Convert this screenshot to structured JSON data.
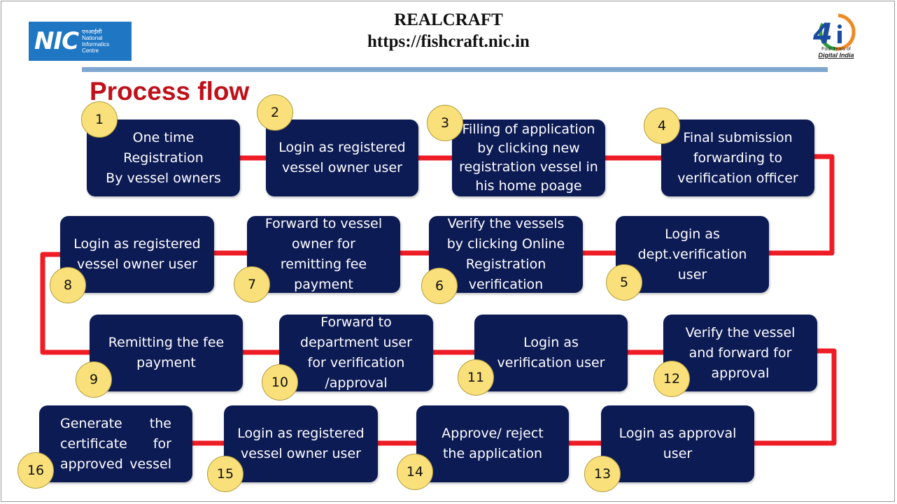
{
  "header": {
    "title": "REALCRAFT",
    "url": "https://fishcraft.nic.in",
    "nic_logo": {
      "big": "NIC",
      "hindi": "एनआईसी",
      "line1": "National",
      "line2": "Informatics",
      "line3": "Centre"
    },
    "digital_india_logo": {
      "mark": "4",
      "line1": "Four Years of",
      "line2": "Digital India"
    }
  },
  "section_title": "Process flow",
  "colors": {
    "box": "#0d1b55",
    "badge": "#f9e07a",
    "connector": "#ee1c24",
    "title": "#c0101a",
    "rule": "#7fa6cf"
  },
  "steps": [
    {
      "num": "1",
      "text": "One time\nRegistration\nBy vessel owners"
    },
    {
      "num": "2",
      "text": "Login as registered\nvessel owner user"
    },
    {
      "num": "3",
      "text": "Filling of application\nby clicking new\nregistration vessel in\nhis home poage"
    },
    {
      "num": "4",
      "text": "Final submission\nforwarding to\nverification officer"
    },
    {
      "num": "5",
      "text": "Login as\ndept.verification\nuser"
    },
    {
      "num": "6",
      "text": "Verify the vessels\nby clicking Online\nRegistration\nverification"
    },
    {
      "num": "7",
      "text": "Forward to vessel\nowner for\nremitting fee\npayment"
    },
    {
      "num": "8",
      "text": "Login as registered\nvessel owner user"
    },
    {
      "num": "9",
      "text": "Remitting the fee\npayment"
    },
    {
      "num": "10",
      "text": "Forward to\ndepartment user\nfor verification\n/approval"
    },
    {
      "num": "11",
      "text": "Login as\nverification user"
    },
    {
      "num": "12",
      "text": "Verify the vessel\nand forward for\napproval"
    },
    {
      "num": "13",
      "text": "Login as approval\nuser"
    },
    {
      "num": "14",
      "text": "Approve/ reject\nthe application"
    },
    {
      "num": "15",
      "text": "Login as registered\nvessel owner user"
    },
    {
      "num": "16",
      "text": "Generate the\ncertificate for\napproved vessel"
    }
  ]
}
